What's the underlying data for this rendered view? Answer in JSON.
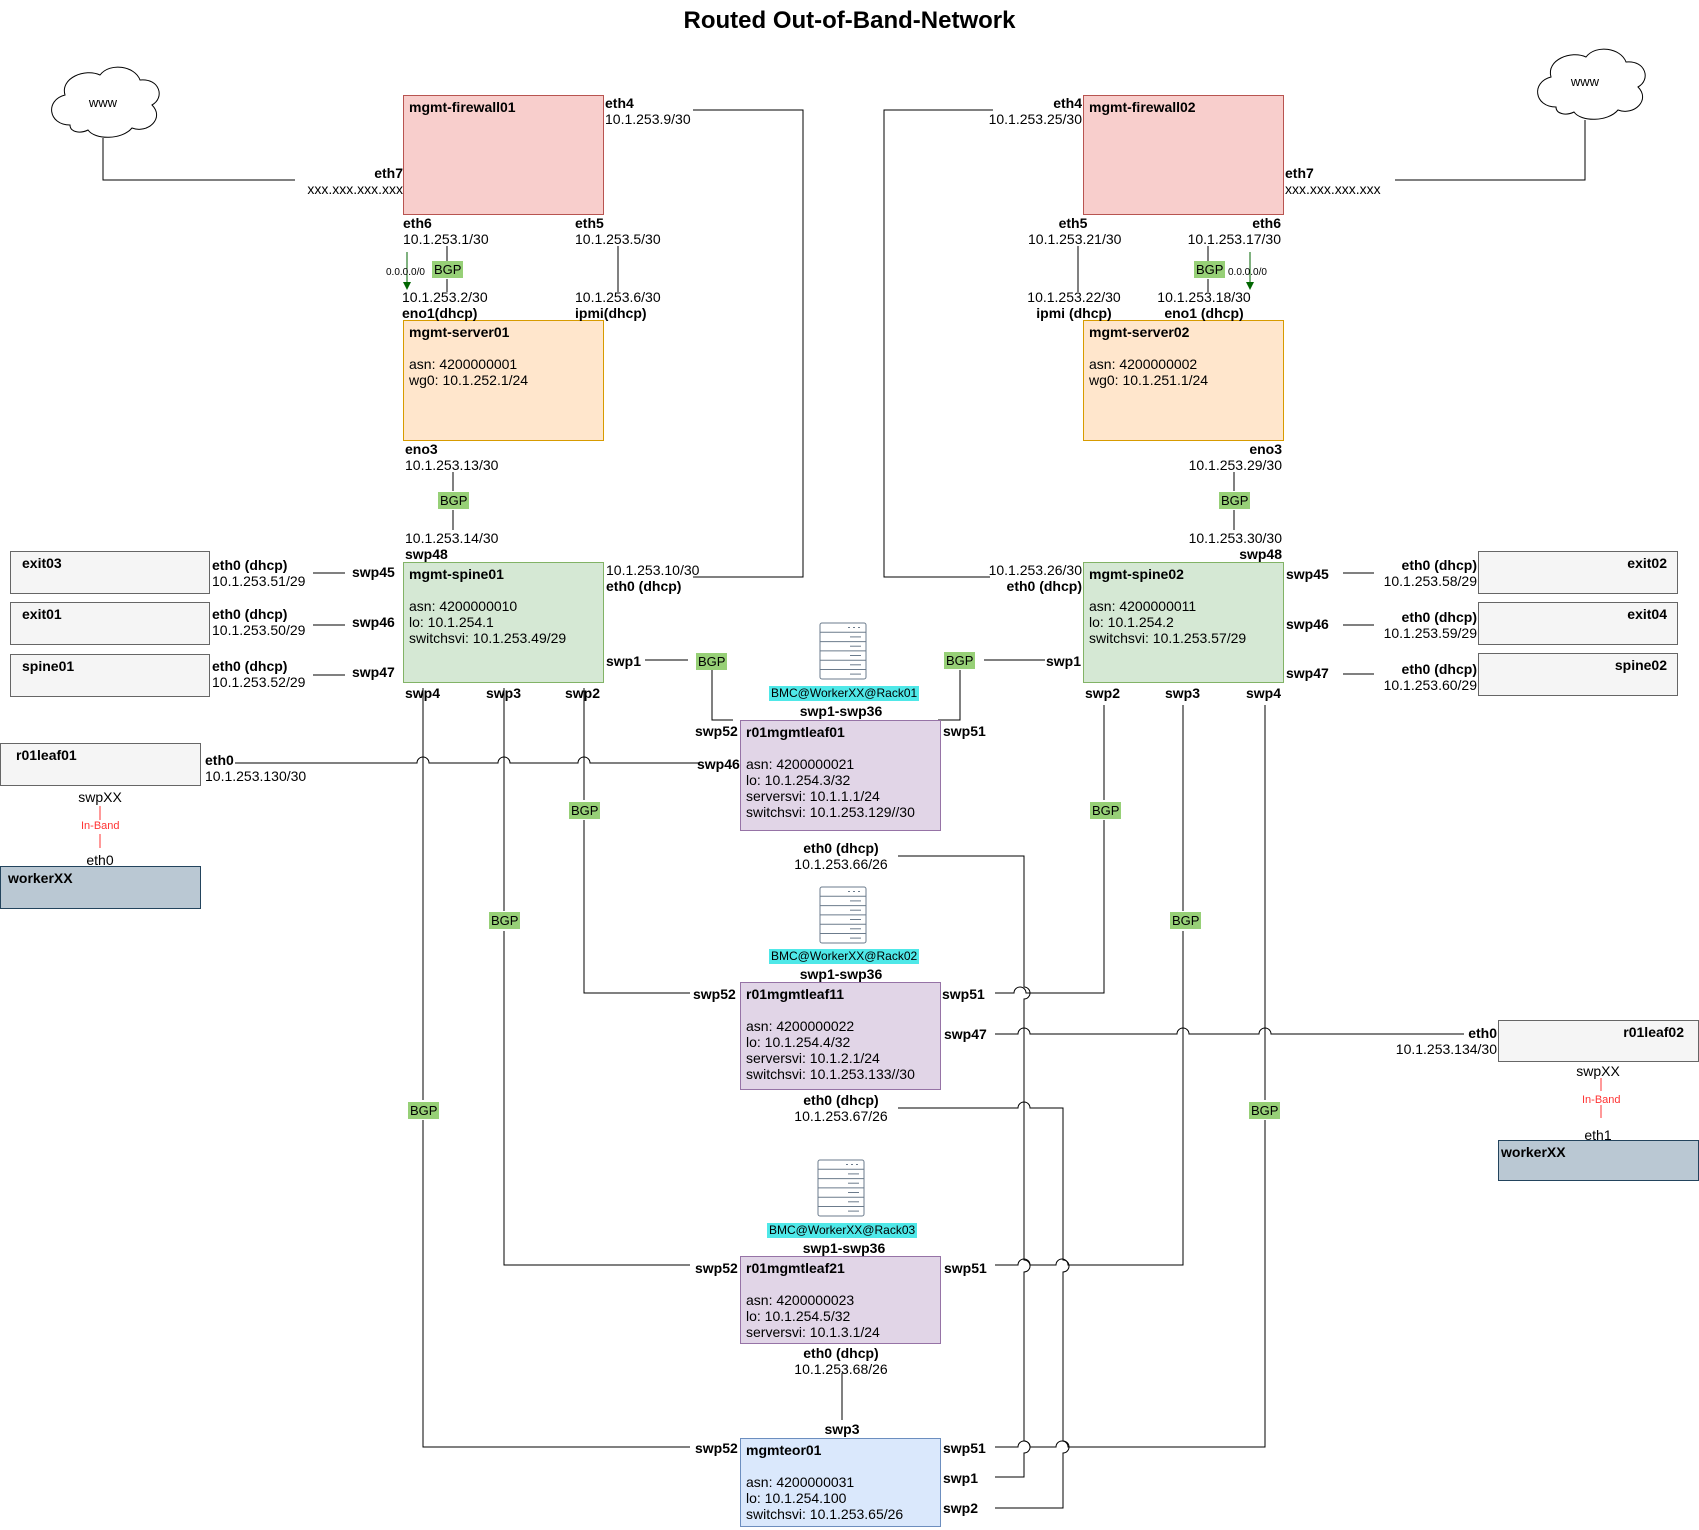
{
  "title": "Routed Out-of-Band-Network",
  "clouds": {
    "left": "www",
    "right": "www"
  },
  "nodes": {
    "fw1": {
      "name": "mgmt-firewall01",
      "lines": []
    },
    "fw2": {
      "name": "mgmt-firewall02",
      "lines": []
    },
    "srv1": {
      "name": "mgmt-server01",
      "lines": [
        "asn: 4200000001",
        "wg0: 10.1.252.1/24"
      ]
    },
    "srv2": {
      "name": "mgmt-server02",
      "lines": [
        "asn: 4200000002",
        "wg0: 10.1.251.1/24"
      ]
    },
    "sp1": {
      "name": "mgmt-spine01",
      "lines": [
        "asn: 4200000010",
        "lo: 10.1.254.1",
        "switchsvi: 10.1.253.49/29"
      ]
    },
    "sp2": {
      "name": "mgmt-spine02",
      "lines": [
        "asn: 4200000011",
        "lo: 10.1.254.2",
        "switchsvi: 10.1.253.57/29"
      ]
    },
    "exit03": {
      "name": "exit03",
      "lines": []
    },
    "exit01": {
      "name": "exit01",
      "lines": []
    },
    "spine01": {
      "name": "spine01",
      "lines": []
    },
    "exit02": {
      "name": "exit02",
      "lines": []
    },
    "exit04": {
      "name": "exit04",
      "lines": []
    },
    "spine02": {
      "name": "spine02",
      "lines": []
    },
    "r01leaf01": {
      "name": "r01leaf01",
      "lines": []
    },
    "r01leaf02": {
      "name": "r01leaf02",
      "lines": []
    },
    "worker1": {
      "name": "workerXX",
      "lines": []
    },
    "worker2": {
      "name": "workerXX",
      "lines": []
    },
    "leaf01": {
      "name": "r01mgmtleaf01",
      "lines": [
        "asn: 4200000021",
        "lo: 10.1.254.3/32",
        "serversvi: 10.1.1.1/24",
        "switchsvi: 10.1.253.129//30"
      ]
    },
    "leaf11": {
      "name": "r01mgmtleaf11",
      "lines": [
        "asn: 4200000022",
        "lo: 10.1.254.4/32",
        "serversvi:  10.1.2.1/24",
        "switchsvi: 10.1.253.133//30"
      ]
    },
    "leaf21": {
      "name": "r01mgmtleaf21",
      "lines": [
        "asn: 4200000023",
        "lo: 10.1.254.5/32",
        "serversvi: 10.1.3.1/24"
      ]
    },
    "eor": {
      "name": "mgmteor01",
      "lines": [
        "asn: 4200000031",
        "lo: 10.1.254.100",
        "switchsvi: 10.1.253.65/26"
      ]
    }
  },
  "labels": [
    {
      "p": "eth7",
      "a": "xxx.xxx.xxx.xxx"
    },
    {
      "p": "eth4",
      "a": "10.1.253.9/30"
    },
    {
      "p": "eth6",
      "a": "10.1.253.1/30"
    },
    {
      "p": "eth5",
      "a": "10.1.253.5/30"
    },
    {
      "p": "eno1(dhcp)",
      "a": "10.1.253.2/30"
    },
    {
      "p": "ipmi(dhcp)",
      "a": "10.1.253.6/30"
    },
    {
      "p": "eno3",
      "a": "10.1.253.13/30"
    },
    {
      "p": "swp48",
      "a": "10.1.253.14/30"
    },
    {
      "p": "eth0 (dhcp)",
      "a": "10.1.253.10/30"
    },
    {
      "p": "eth4",
      "a": "10.1.253.25/30"
    },
    {
      "p": "eth7",
      "a": "xxx.xxx.xxx.xxx"
    },
    {
      "p": "eth5",
      "a": "10.1.253.21/30"
    },
    {
      "p": "eth6",
      "a": "10.1.253.17/30"
    },
    {
      "p": "ipmi (dhcp)",
      "a": "10.1.253.22/30"
    },
    {
      "p": "eno1 (dhcp)",
      "a": "10.1.253.18/30"
    },
    {
      "p": "eno3",
      "a": "10.1.253.29/30"
    },
    {
      "p": "swp48",
      "a": "10.1.253.30/30"
    },
    {
      "p": "eth0 (dhcp)",
      "a": "10.1.253.26/30"
    },
    {
      "p": "eth0 (dhcp)",
      "a": "10.1.253.51/29"
    },
    {
      "p": "eth0 (dhcp)",
      "a": "10.1.253.50/29"
    },
    {
      "p": "eth0 (dhcp)",
      "a": "10.1.253.52/29"
    },
    {
      "p": "eth0 (dhcp)",
      "a": "10.1.253.58/29"
    },
    {
      "p": "eth0 (dhcp)",
      "a": "10.1.253.59/29"
    },
    {
      "p": "eth0 (dhcp)",
      "a": "10.1.253.60/29"
    },
    {
      "p": "eth0",
      "a": "10.1.253.130/30"
    },
    {
      "p": "eth0",
      "a": "10.1.253.134/30"
    },
    {
      "p": "eth0 (dhcp)",
      "a": "10.1.253.66/26"
    },
    {
      "p": "eth0 (dhcp)",
      "a": "10.1.253.67/26"
    },
    {
      "p": "eth0 (dhcp)",
      "a": "10.1.253.68/26"
    }
  ],
  "ports": [
    "swp45",
    "swp46",
    "swp47",
    "swp45",
    "swp46",
    "swp47",
    "swp1",
    "swp1",
    "swp4",
    "swp3",
    "swp2",
    "swp2",
    "swp3",
    "swp4",
    "swp52",
    "swp51",
    "swp46",
    "swp1-swp36",
    "swp52",
    "swp51",
    "swp47",
    "swp1-swp36",
    "swp52",
    "swp51",
    "swp1-swp36",
    "swp3",
    "swp52",
    "swp51",
    "swp1",
    "swp2"
  ],
  "small_labels": [
    "swpXX",
    "eth0",
    "swpXX",
    "eth1"
  ],
  "bgp_label": "BGP",
  "default_route": "0.0.0.0/0",
  "in_band": "In-Band",
  "bmc": [
    "BMC@WorkerXX@Rack01",
    "BMC@WorkerXX@Rack02",
    "BMC@WorkerXX@Rack03"
  ],
  "colors": {
    "firewall": "#f8cecc",
    "server": "#ffe6cc",
    "spine": "#d5e8d4",
    "leaf": "#e1d5e7",
    "eor": "#dae8fc",
    "grey": "#f5f5f5",
    "worker": "#bac8d3",
    "bgp": "#97d077",
    "bmc": "#4fe8e8",
    "route_arrow": "#006600",
    "in_band": "#ff3333"
  }
}
